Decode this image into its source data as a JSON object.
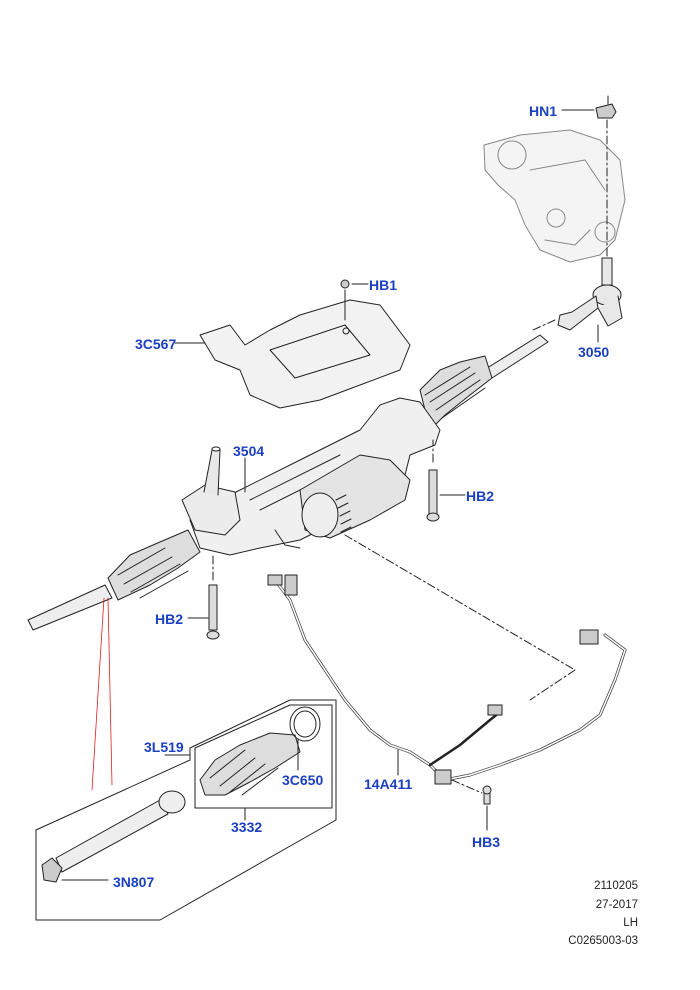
{
  "callouts": {
    "hn1": "HN1",
    "hb1": "HB1",
    "c3c567": "3C567",
    "c3050": "3050",
    "c3504": "3504",
    "hb2_right": "HB2",
    "hb2_left": "HB2",
    "c3l519": "3L519",
    "c3c650": "3C650",
    "c3332": "3332",
    "c3n807": "3N807",
    "c14a411": "14A411",
    "hb3": "HB3"
  },
  "meta": {
    "code": "2110205",
    "date": "27-2017",
    "side": "LH",
    "ref": "C0265003-03"
  },
  "colors": {
    "callout": "#1a3fc0",
    "line": "#222222",
    "redline": "#e02020"
  }
}
